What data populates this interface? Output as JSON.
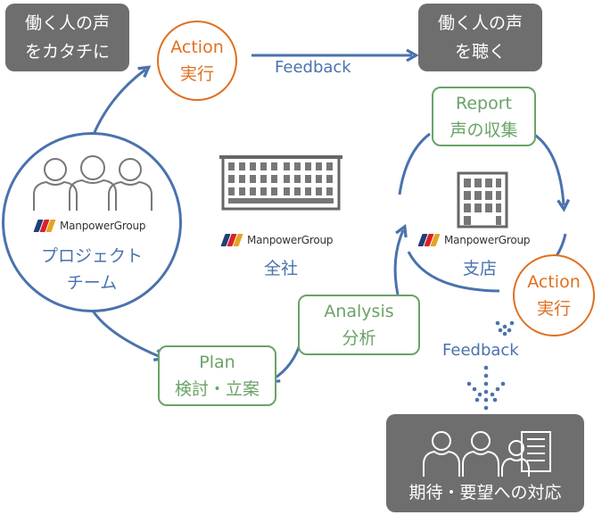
{
  "top_left_box": {
    "line1": "働く人の声",
    "line2": "をカタチに"
  },
  "top_right_box": {
    "line1": "働く人の声",
    "line2": "を聴く"
  },
  "action_top": {
    "label_en": "Action",
    "label_jp": "実行"
  },
  "action_right": {
    "label_en": "Action",
    "label_jp": "実行"
  },
  "feedback_top": "Feedback",
  "feedback_right": "Feedback",
  "report": {
    "label_en": "Report",
    "label_jp": "声の収集"
  },
  "analysis": {
    "label_en": "Analysis",
    "label_jp": "分析"
  },
  "plan": {
    "label_en": "Plan",
    "label_jp": "検討・立案"
  },
  "project_team": {
    "brand": "ManpowerGroup",
    "line1": "プロジェクト",
    "line2": "チーム"
  },
  "headquarters": {
    "brand": "ManpowerGroup",
    "label": "全社"
  },
  "branch": {
    "brand": "ManpowerGroup",
    "label": "支店"
  },
  "bottom_box": {
    "label": "期待・要望への対応"
  },
  "colors": {
    "blue": "#4a72ad",
    "orange": "#e07020",
    "green": "#6aa367",
    "gray": "#6e6e6e"
  }
}
